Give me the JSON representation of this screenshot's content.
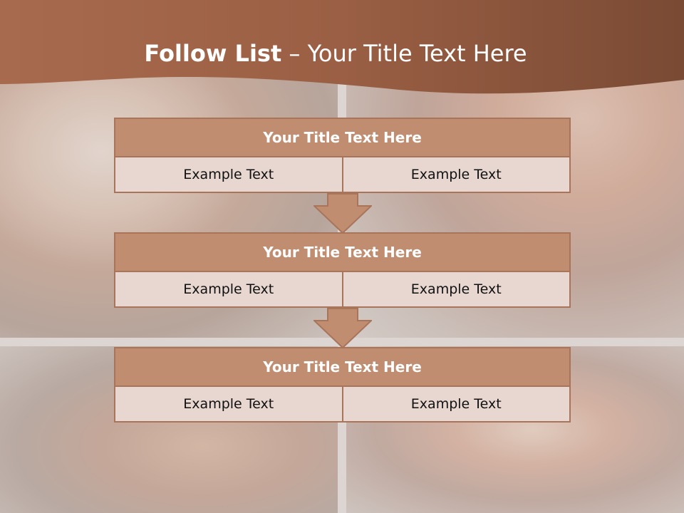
{
  "slide": {
    "title_bold": "Follow List",
    "title_rest": " – Your Title Text Here"
  },
  "steps": [
    {
      "title": "Your Title Text Here",
      "left": "Example Text",
      "right": "Example Text"
    },
    {
      "title": "Your Title Text Here",
      "left": "Example Text",
      "right": "Example Text"
    },
    {
      "title": "Your Title Text Here",
      "left": "Example Text",
      "right": "Example Text"
    }
  ],
  "colors": {
    "header": "#875038",
    "box_title": "#c08d70",
    "box_border": "#a8745a",
    "box_cell": "#e7d7d0",
    "arrow": "#c08d70"
  }
}
